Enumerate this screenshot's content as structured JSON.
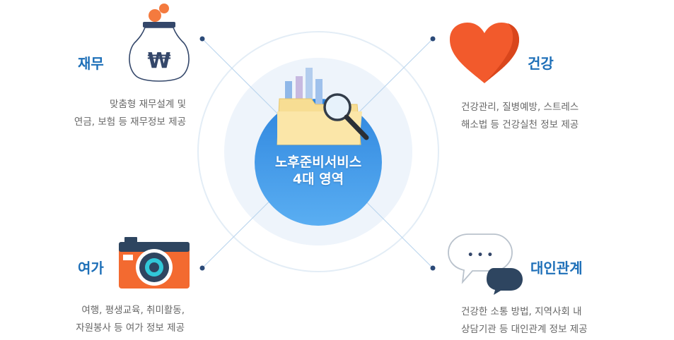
{
  "center": {
    "line1": "노후준비서비스",
    "line2": "4대 영역"
  },
  "areas": [
    {
      "id": "finance",
      "title": "재무",
      "desc_line1": "맞춤형 재무설계 및",
      "desc_line2": "연금, 보험 등 재무정보 제공",
      "icon": "money-bag-icon",
      "icon_glyph": "₩"
    },
    {
      "id": "health",
      "title": "건강",
      "desc_line1": "건강관리, 질병예방, 스트레스",
      "desc_line2": "해소법 등 건강실천 정보 제공",
      "icon": "heart-icon"
    },
    {
      "id": "leisure",
      "title": "여가",
      "desc_line1": "여행, 평생교육, 취미활동,",
      "desc_line2": "자원봉사 등 여가 정보 제공",
      "icon": "camera-icon"
    },
    {
      "id": "relations",
      "title": "대인관계",
      "desc_line1": "건강한 소통 방법, 지역사회 내",
      "desc_line2": "상담기관 등 대인관계 정보 제공",
      "icon": "speech-bubbles-icon",
      "icon_glyph": "• • •"
    }
  ],
  "colors": {
    "title": "#1d6fb8",
    "center_circle": "#3d8fe0",
    "heart": "#f25a2c",
    "camera": "#f36a30",
    "dark_bubble": "#2e4560"
  }
}
